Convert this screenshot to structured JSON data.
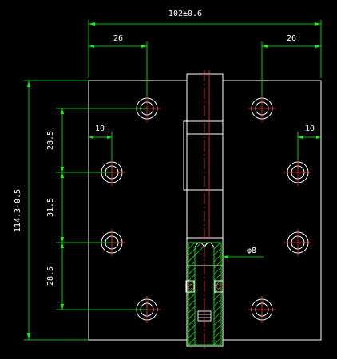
{
  "drawing": {
    "dimensions": {
      "overall_width": "102±0.6",
      "hole_offset_left": "26",
      "hole_offset_right": "26",
      "edge_offset_left": "10",
      "edge_offset_right": "10",
      "spacing_top": "28.5",
      "spacing_middle": "31.5",
      "spacing_bottom": "28.5",
      "overall_height": "114.3-0.5",
      "pin_diameter": "φ8"
    }
  }
}
